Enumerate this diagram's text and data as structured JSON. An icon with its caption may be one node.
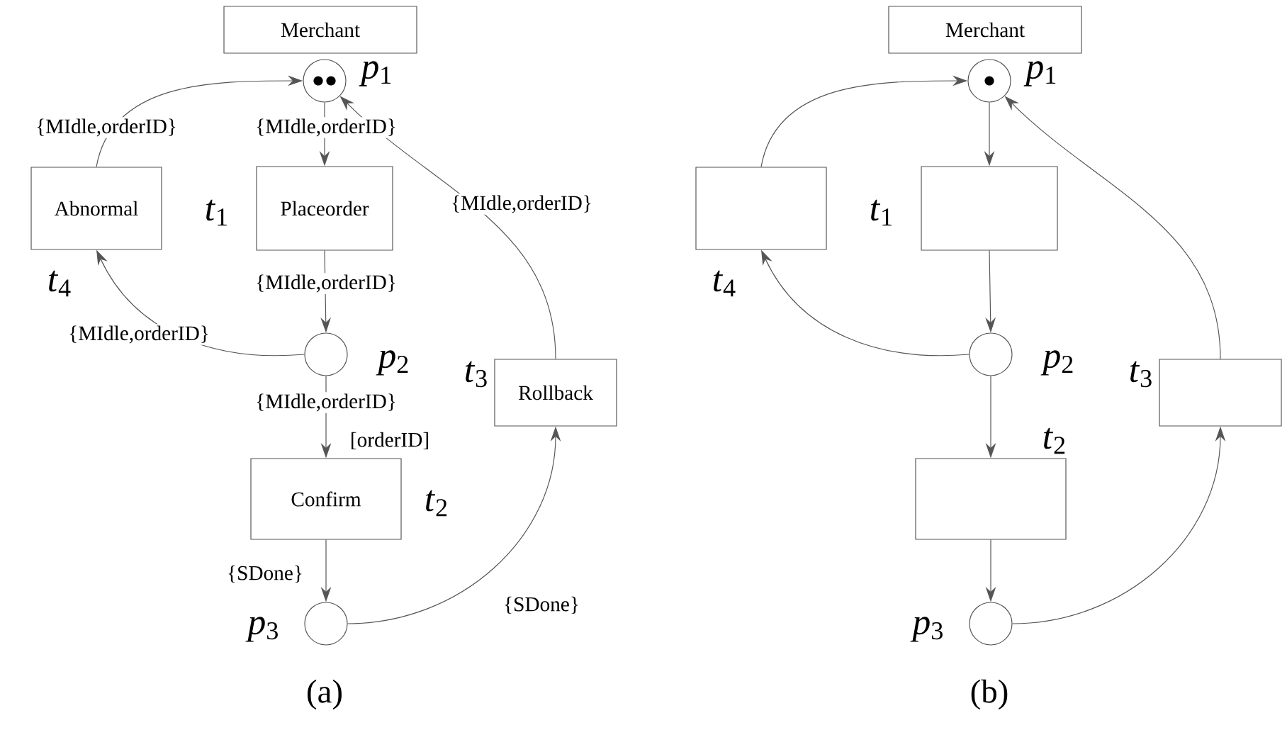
{
  "diagram": {
    "nodes": [
      {
        "text": [
          "Merchant"
        ]
      },
      {
        "text": [],
        "shape": "circle",
        "beside": [
          "*p*$_{1}$"
        ]
      },
      {
        "text": [
          "Abnormal"
        ],
        "beside": [
          "*t*$_{4}$"
        ]
      },
      {
        "text": [
          "Placeorder"
        ],
        "beside": [
          "*t*$_{1}$"
        ]
      },
      {
        "text": [],
        "shape": "circle",
        "beside": [
          "*p*$_{2}$"
        ]
      },
      {
        "text": [
          "Rollback"
        ],
        "beside": [
          "*t*$_{3}$"
        ]
      },
      {
        "text": [
          "Confirm"
        ],
        "beside": [
          "[orderID]",
          "*t*$_{2}$"
        ]
      },
      {
        "text": [],
        "shape": "circle",
        "beside": [
          "*p*$_{3}$"
        ]
      },
      {
        "text": [
          "Merchant"
        ]
      },
      {
        "text": [],
        "shape": "circle",
        "beside": [
          "*p*$_{1}$"
        ]
      },
      {
        "text": [],
        "shape": "box",
        "beside": [
          "*t*$_{4}$"
        ]
      },
      {
        "text": [],
        "shape": "box",
        "beside": [
          "*t*$_{1}$"
        ]
      },
      {
        "text": [],
        "shape": "circle",
        "beside": [
          "*p*$_{2}$"
        ]
      },
      {
        "text": [],
        "shape": "box",
        "beside": [
          "*t*$_{3}$"
        ]
      },
      {
        "text": [],
        "shape": "box",
        "beside": [
          "*t*$_{2}$"
        ]
      },
      {
        "text": [],
        "shape": "circle",
        "beside": [
          "*p*$_{3}$"
        ]
      }
    ],
    "edges": [
      {
        "from": 1,
        "to": 3,
        "arrow": "to",
        "label": "{MIdle,orderID}"
      },
      {
        "from": 2,
        "to": 1,
        "arrow": "to",
        "label": "{MIdle,orderID}"
      },
      {
        "from": 5,
        "to": 1,
        "arrow": "to",
        "label": "{MIdle,orderID}"
      },
      {
        "from": 3,
        "to": 4,
        "arrow": "to",
        "label": "{MIdle,orderID}"
      },
      {
        "from": 4,
        "to": 2,
        "arrow": "to",
        "label": "{MIdle,orderID}"
      },
      {
        "from": 4,
        "to": 6,
        "arrow": "to",
        "label": "{MIdle,orderID}"
      },
      {
        "from": 6,
        "to": 7,
        "arrow": "to",
        "label": "{SDone}"
      },
      {
        "from": 7,
        "to": 5,
        "arrow": "to",
        "label": "{SDone}"
      },
      {
        "from": 9,
        "to": 11,
        "arrow": "to"
      },
      {
        "from": 10,
        "to": 9,
        "arrow": "to"
      },
      {
        "from": 13,
        "to": 9,
        "arrow": "to"
      },
      {
        "from": 11,
        "to": 12,
        "arrow": "to"
      },
      {
        "from": 12,
        "to": 10,
        "arrow": "to"
      },
      {
        "from": 12,
        "to": 14,
        "arrow": "to"
      },
      {
        "from": 14,
        "to": 15,
        "arrow": "to"
      },
      {
        "from": 15,
        "to": 13,
        "arrow": "to"
      }
    ],
    "labels": [
      "(a)",
      "(b)"
    ]
  }
}
